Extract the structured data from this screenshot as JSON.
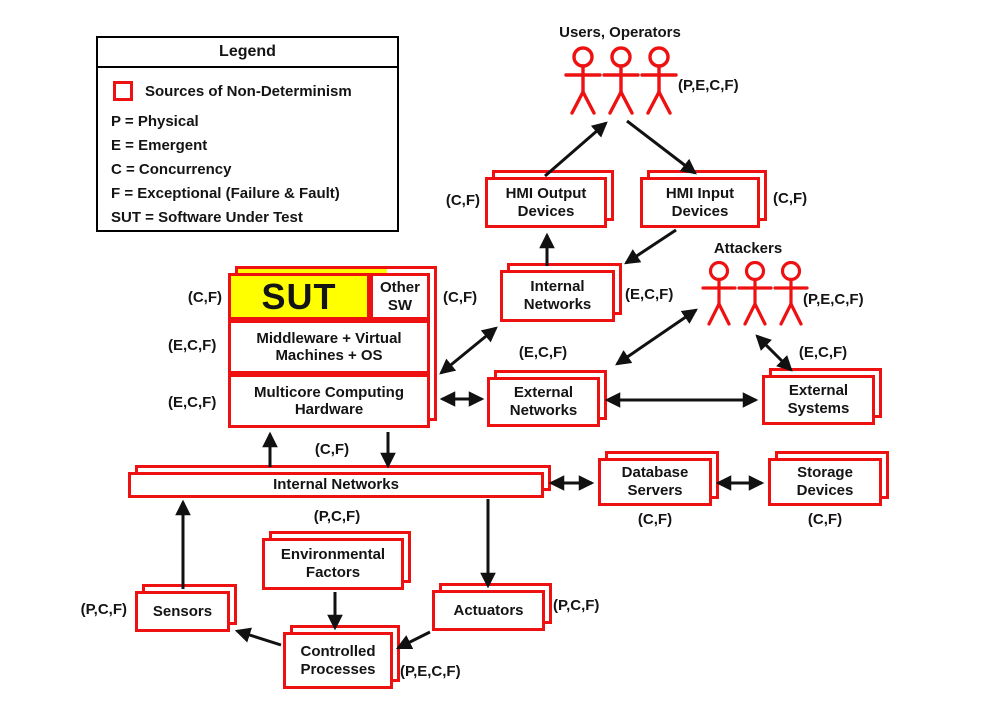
{
  "colors": {
    "box_border_red": "#ee1111",
    "sut_fill_yellow": "#ffff00",
    "text_ink": "#141414",
    "arrow_black": "#111111"
  },
  "legend": {
    "title": "Legend",
    "swatch_label": "Sources of Non-Determinism",
    "entries": [
      "P = Physical",
      "E = Emergent",
      "C = Concurrency",
      "F = Exceptional (Failure & Fault)",
      "SUT = Software Under Test"
    ]
  },
  "groups": {
    "users": {
      "label": "Users, Operators",
      "tag": "(P,E,C,F)"
    },
    "attackers": {
      "label": "Attackers",
      "tag": "(P,E,C,F)"
    }
  },
  "nodes": {
    "hmi_output": {
      "label": "HMI Output Devices",
      "tag": "(C,F)"
    },
    "hmi_input": {
      "label": "HMI Input Devices",
      "tag": "(C,F)"
    },
    "internal_networks_top": {
      "label": "Internal Networks",
      "tag_right": "(E,C,F)"
    },
    "sut": {
      "label": "SUT",
      "tag_left": "(C,F)",
      "tag_right": "(C,F)"
    },
    "other_sw": {
      "label": "Other SW"
    },
    "middleware": {
      "label": "Middleware + Virtual Machines + OS",
      "tag": "(E,C,F)"
    },
    "hardware": {
      "label": "Multicore Computing Hardware",
      "tag": "(E,C,F)"
    },
    "external_networks": {
      "label": "External Networks",
      "tag": "(E,C,F)"
    },
    "external_systems": {
      "label": "External Systems",
      "tag": "(E,C,F)"
    },
    "internal_networks_bus": {
      "label": "Internal Networks",
      "tag": "(C,F)"
    },
    "database_servers": {
      "label": "Database Servers",
      "tag": "(C,F)"
    },
    "storage_devices": {
      "label": "Storage Devices",
      "tag": "(C,F)"
    },
    "environmental_factors": {
      "label": "Environmental Factors",
      "tag": "(P,C,F)"
    },
    "sensors": {
      "label": "Sensors",
      "tag": "(P,C,F)"
    },
    "actuators": {
      "label": "Actuators",
      "tag": "(P,C,F)"
    },
    "controlled_processes": {
      "label": "Controlled Processes",
      "tag": "(P,E,C,F)"
    }
  }
}
